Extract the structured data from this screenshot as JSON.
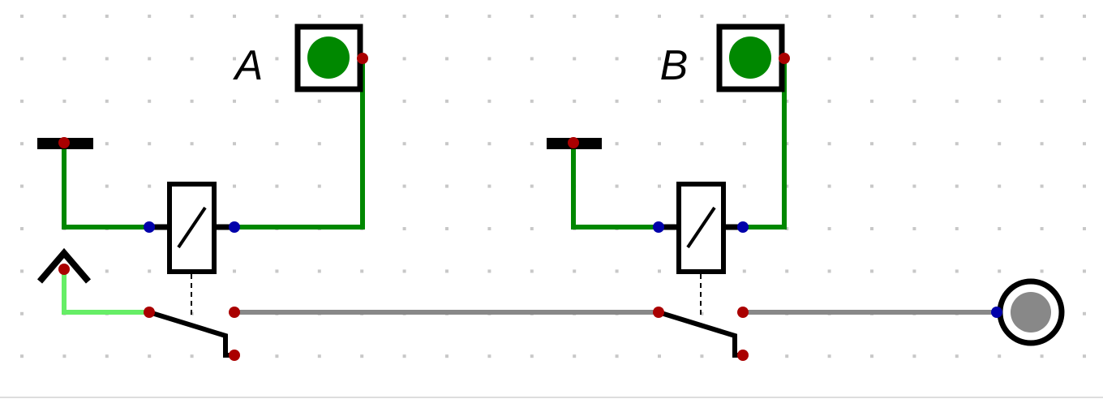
{
  "colors": {
    "background": "#ffffff",
    "grid_dot": "#c8c8c8",
    "powered_wire": "#008800",
    "active_wire": "#66ee66",
    "inactive_wire": "#888888",
    "component_stroke": "#000000",
    "pin_output": "#aa0000",
    "pin_input": "#0000aa",
    "lamp_on": "#008800",
    "led_off": "#888888"
  },
  "circuit": {
    "components": [
      {
        "id": "power-source-1",
        "type": "power-source"
      },
      {
        "id": "power-source-2",
        "type": "power-source"
      },
      {
        "id": "input-button-a",
        "type": "button-indicator",
        "label": "A",
        "state": "on"
      },
      {
        "id": "input-button-b",
        "type": "button-indicator",
        "label": "B",
        "state": "on"
      },
      {
        "id": "relay-coil-1",
        "type": "relay-coil"
      },
      {
        "id": "relay-coil-2",
        "type": "relay-coil"
      },
      {
        "id": "relay-switch-1",
        "type": "relay-switch"
      },
      {
        "id": "relay-switch-2",
        "type": "relay-switch"
      },
      {
        "id": "ground-1",
        "type": "ground"
      },
      {
        "id": "output-led",
        "type": "output-led",
        "state": "off"
      }
    ]
  },
  "labels": {
    "input_a": "A",
    "input_b": "B"
  }
}
